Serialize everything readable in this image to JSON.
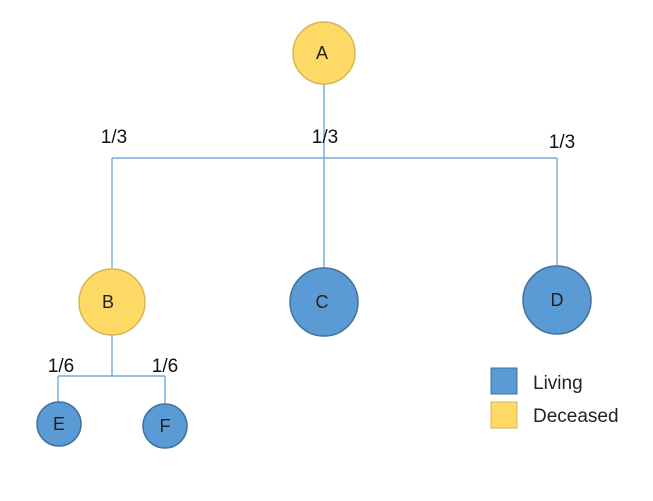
{
  "colors": {
    "living": "#5b9bd5",
    "deceased": "#ffd966",
    "living_border": "#41719c",
    "deceased_border": "#d6b656",
    "line": "#5b9bd5"
  },
  "nodes": {
    "A": {
      "label": "A",
      "status": "deceased"
    },
    "B": {
      "label": "B",
      "status": "deceased"
    },
    "C": {
      "label": "C",
      "status": "living"
    },
    "D": {
      "label": "D",
      "status": "living"
    },
    "E": {
      "label": "E",
      "status": "living"
    },
    "F": {
      "label": "F",
      "status": "living"
    }
  },
  "shares": {
    "B": "1/3",
    "C": "1/3",
    "D": "1/3",
    "E": "1/6",
    "F": "1/6"
  },
  "legend": {
    "living": "Living",
    "deceased": "Deceased"
  }
}
